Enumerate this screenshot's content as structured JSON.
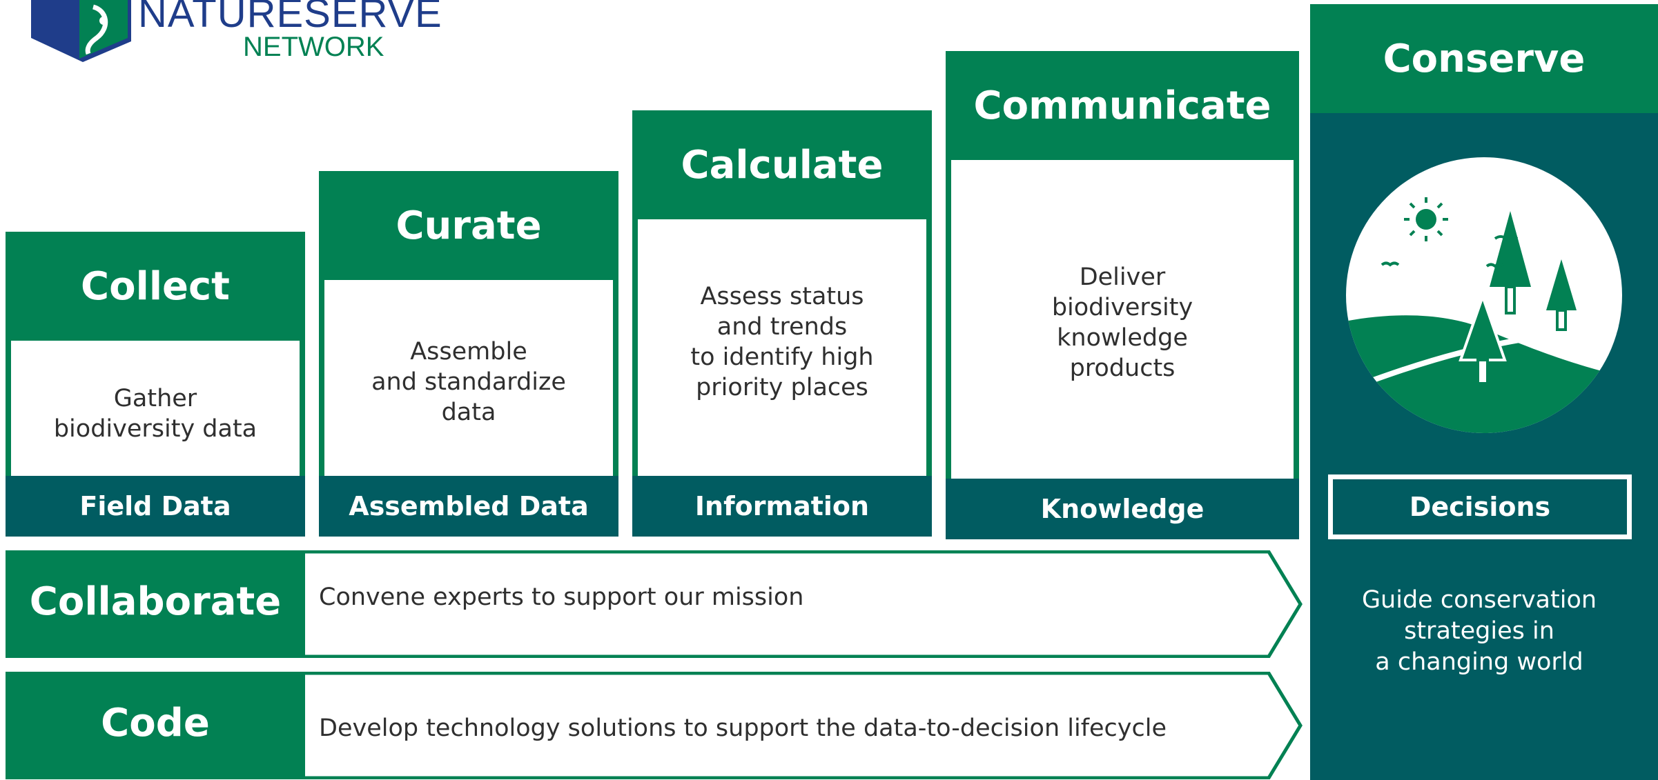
{
  "logo": {
    "line1": "NATURESERVE",
    "line2": "NETWORK"
  },
  "steps": [
    {
      "title": "Collect",
      "body": [
        "Gather",
        "biodiversity data"
      ],
      "footer": "Field Data"
    },
    {
      "title": "Curate",
      "body": [
        "Assemble",
        "and standardize",
        "data"
      ],
      "footer": "Assembled Data"
    },
    {
      "title": "Calculate",
      "body": [
        "Assess status",
        "and trends",
        "to identify high",
        "priority places"
      ],
      "footer": "Information"
    },
    {
      "title": "Communicate",
      "body": [
        "Deliver",
        "biodiversity",
        "knowledge",
        "products"
      ],
      "footer": "Knowledge"
    }
  ],
  "conserve": {
    "title": "Conserve",
    "badge": "Decisions",
    "body": [
      "Guide conservation",
      "strategies in",
      "a changing world"
    ]
  },
  "bars": [
    {
      "label": "Collaborate",
      "text": "Convene experts to support our mission"
    },
    {
      "label": "Code",
      "text": "Develop technology solutions to support the data-to-decision lifecycle"
    }
  ],
  "colors": {
    "green": "#028153",
    "teal": "#015c61",
    "logo_blue": "#1f3d8a"
  }
}
